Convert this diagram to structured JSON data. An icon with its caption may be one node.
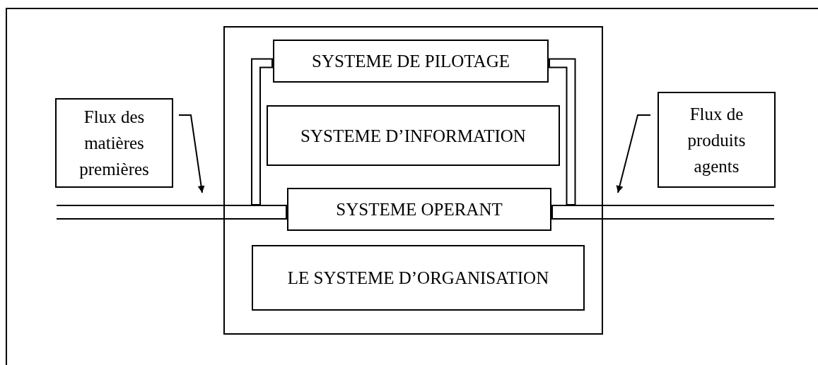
{
  "diagram": {
    "nodes": [
      {
        "text": [],
        "shape": "box"
      },
      {
        "text": [
          "SYSTEME DE PILOTAGE"
        ],
        "in": 0
      },
      {
        "text": [
          "SYSTEME D’INFORMATION"
        ],
        "in": 0
      },
      {
        "text": [
          "SYSTEME OPERANT"
        ],
        "in": 0
      },
      {
        "text": [
          "LE SYSTEME D’ORGANISATION"
        ],
        "in": 0
      },
      {
        "text": [
          "Flux des matières premières"
        ]
      },
      {
        "text": [
          "Flux de produits agents"
        ]
      }
    ],
    "edges": [
      {
        "from": null,
        "to": 3,
        "arrow": "none"
      },
      {
        "from": 3,
        "to": null,
        "arrow": "none"
      },
      {
        "from": 3,
        "to": 1,
        "arrow": "none"
      },
      {
        "from": 3,
        "to": 1,
        "arrow": "none"
      },
      {
        "from": 5,
        "to": 0,
        "arrow": "to"
      },
      {
        "from": 6,
        "to": 0,
        "arrow": "to"
      }
    ]
  }
}
